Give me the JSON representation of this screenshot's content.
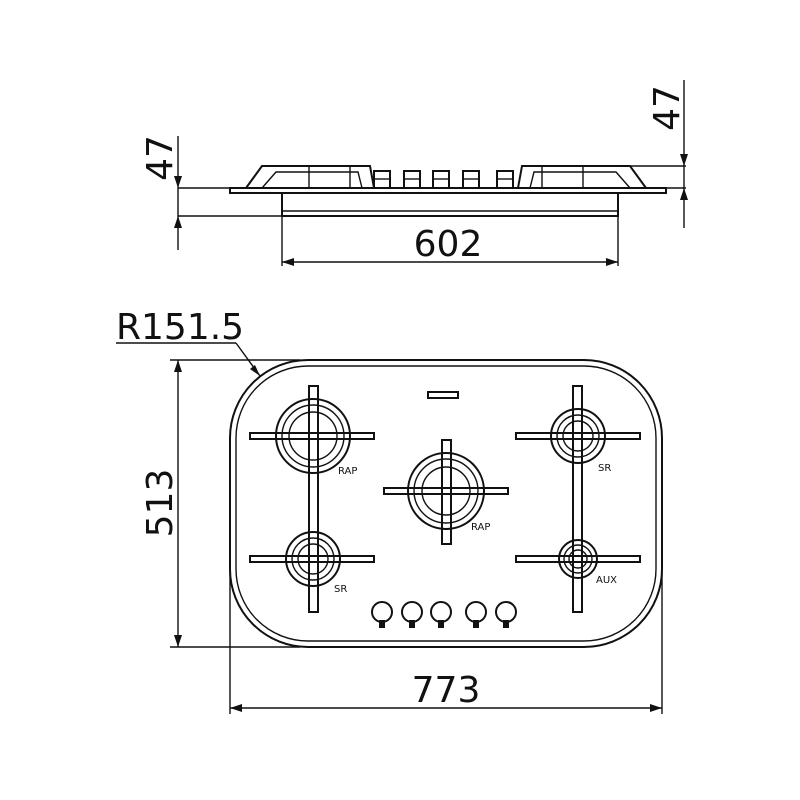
{
  "dimensions": {
    "side_height_left": "47",
    "side_height_right": "47",
    "cutout_width": "602",
    "corner_radius": "R151.5",
    "height": "513",
    "width": "773"
  },
  "burners": {
    "top_left": "RAP",
    "center": "RAP",
    "top_right": "SR",
    "bottom_left": "SR",
    "bottom_right": "AUX"
  },
  "colors": {
    "line": "#111111",
    "background": "#ffffff"
  }
}
